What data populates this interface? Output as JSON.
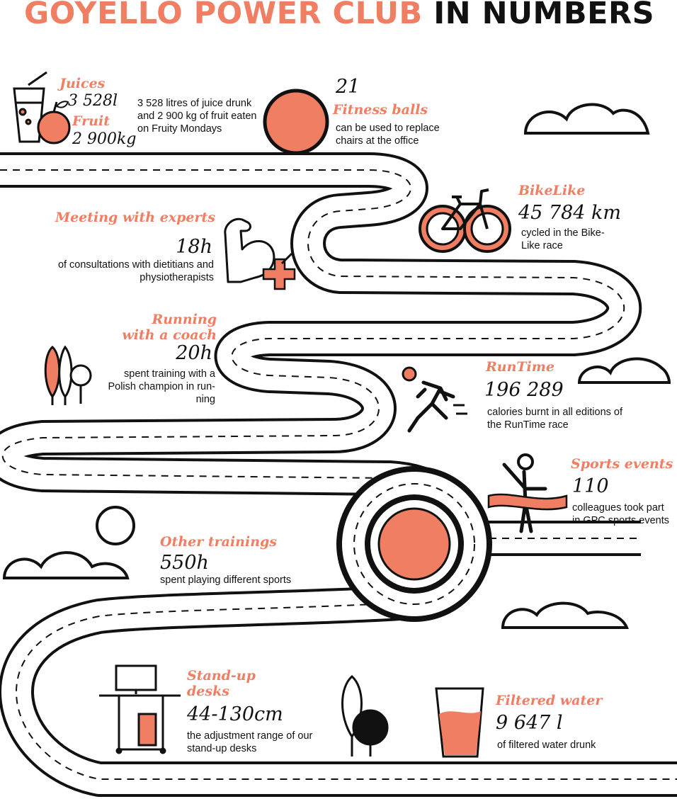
{
  "title": {
    "part1": "GOYELLO POWER CLUB",
    "part2": "IN NUMBERS"
  },
  "colors": {
    "accent": "#ef7e62",
    "ink": "#111111",
    "background": "#ffffff"
  },
  "stats": {
    "juices": {
      "label": "Juices",
      "value": "3 528l"
    },
    "fruit": {
      "label": "Fruit",
      "value": "2 900kg",
      "description": "3 528 litres of juice drunk and 2 900 kg of fruit eaten on Fruity Mondays"
    },
    "fitness_balls": {
      "value": "21",
      "label": "Fitness balls",
      "description": "can be used to replace chairs at the office"
    },
    "bikelike": {
      "label": "BikeLike",
      "value": "45 784 km",
      "description": "cycled in the Bike-Like race"
    },
    "meeting_experts": {
      "label": "Meeting with experts",
      "value": "18h",
      "description": "of consultations with dietitians and physiotherapists"
    },
    "running_coach": {
      "label_line1": "Running",
      "label_line2": "with a coach",
      "value": "20h",
      "description": "spent training with a Polish champion in run-ning"
    },
    "runtime": {
      "label": "RunTime",
      "value": "196 289",
      "description": "calories burnt in all editions of the RunTime race"
    },
    "sports_events": {
      "label": "Sports events",
      "value": "110",
      "description": "colleagues took part in GPC sports events"
    },
    "other_trainings": {
      "label": "Other trainings",
      "value": "550h",
      "description": "spent playing different sports"
    },
    "standup_desks": {
      "label_line1": "Stand-up",
      "label_line2": "desks",
      "value": "44-130cm",
      "description": "the adjustment range of our stand-up desks"
    },
    "filtered_water": {
      "label": "Filtered water",
      "value": "9 647 l",
      "description": "of filtered water drunk"
    }
  },
  "icons": [
    "juice-glass-icon",
    "apple-icon",
    "fitness-ball-icon",
    "bicycle-icon",
    "muscle-arm-icon",
    "medical-cross-icon",
    "tree-icon",
    "runner-icon",
    "finish-line-icon",
    "computer-desk-icon",
    "water-glass-icon",
    "cloud-icon",
    "sun-icon"
  ]
}
